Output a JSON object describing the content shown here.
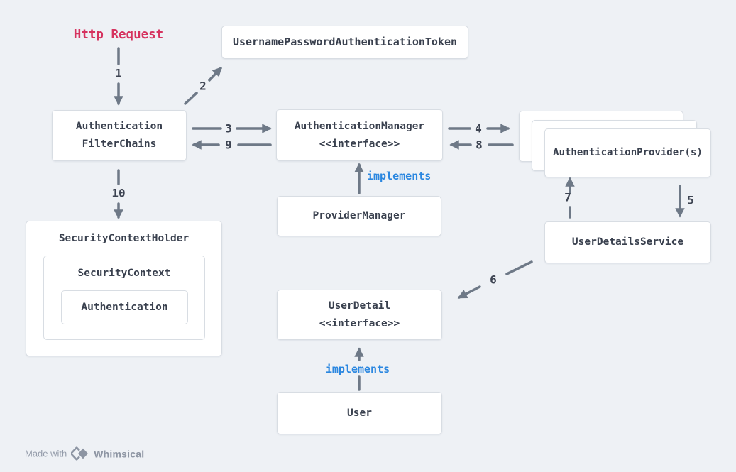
{
  "nodes": {
    "http_request": {
      "label": "Http Request"
    },
    "token": {
      "label": "UsernamePasswordAuthenticationToken"
    },
    "filter_chains": {
      "line1": "Authentication",
      "line2": "FilterChains"
    },
    "auth_manager": {
      "line1": "AuthenticationManager",
      "line2": "<<interface>>"
    },
    "auth_provider": {
      "label": "AuthenticationProvider(s)"
    },
    "provider_manager": {
      "label": "ProviderManager"
    },
    "user_details_service": {
      "label": "UserDetailsService"
    },
    "security_context_holder": {
      "label": "SecurityContextHolder"
    },
    "security_context": {
      "label": "SecurityContext"
    },
    "authentication": {
      "label": "Authentication"
    },
    "user_detail": {
      "line1": "UserDetail",
      "line2": "<<interface>>"
    },
    "user": {
      "label": "User"
    }
  },
  "edge_labels": {
    "e1": "1",
    "e2": "2",
    "e3": "3",
    "e4": "4",
    "e5": "5",
    "e6": "6",
    "e7": "7",
    "e8": "8",
    "e9": "9",
    "e10": "10",
    "implements_manager": "implements",
    "implements_user": "implements"
  },
  "footer": {
    "made_with": "Made with",
    "brand": "Whimsical"
  },
  "colors": {
    "background": "#eef1f5",
    "arrow": "#6e7987",
    "accent_red": "#d6335f",
    "accent_blue": "#2b87e0",
    "node_text": "#39404e",
    "node_border": "#d8dde3",
    "node_fill": "#ffffff"
  }
}
